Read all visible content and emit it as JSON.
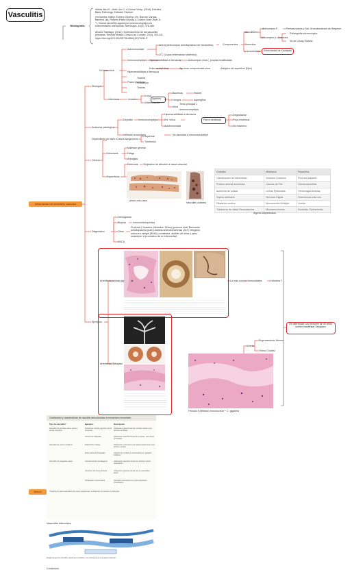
{
  "title": "Vasculitis",
  "root": "Inflamación del endotelio vascular",
  "anexo": "Anexo",
  "bibliography": {
    "label": "Bibliografía",
    "refs": [
      "Abbas Abul K., Aster Jon C. & Kumar Vinay. (2018). Robbins Basic Pathology. Editorial: Elsevier.",
      "Hernández Vallejo Romero Gimeno Vnt. Barroso Vargas, Barberá Lila, Roberto Pablo Nicolás & Cubero Juan José; A. T.; Glomerulonefritis aguda por inmunocomplejos en enfermedades infecciosas. Nefrología, 42(5), 476-486.",
      "Álvarez Santiago. (2012). Entrenamiento de las vasculitis primarias. Revista Médica Clínica Las Condes, 23(4), 403-411. https://doi.org/10.1016/S0716-8640(12)70331-0"
    ]
  },
  "nodes": {
    "etiologia": "Etiología",
    "no_infecciosa": "No infecciosa",
    "autoinmunidad": "Autoinmunidad",
    "anca": "ANCA (Anticuerpos Anticitoplasma de Neutrófilos)",
    "ltc": "LTC (Lupus eritematoso sistémico)",
    "inmunocomplejos": "Inmunocomplejos",
    "hipersens_farmacos": "Hipersensibilidad a fármacos",
    "anticuerpos_virus": "Anticuerpos virus (. propias modificadas",
    "enf_virus": "Enfermedad virus",
    "hbsag": "Ag. virus componentes virus",
    "antigeno_sup": "Antígeno de superficie (Ejec)",
    "hipersens_farmacos2": "Hipersensibilidad a fármacos",
    "fisico_quimicos": "Físico Químicos",
    "trauma": "Trauma",
    "irradiacion": "Irradiación",
    "toxinas": "Toxinas",
    "infecciosa": "Infecciosa",
    "invasion": "Invasión",
    "local": "Local",
    "diseminacion": "Diseminación",
    "agentes": "Agentes",
    "bacterias": "Bacterias",
    "hongos": "Hongos",
    "virus": "Virus",
    "rickett": "Rickett",
    "aspergillus": "Aspergillus",
    "tema_principal": "Tema principal 1",
    "inmunocomplejos2": "Inmunocomplejos",
    "componentes": "Componentes",
    "vasculitides": "Vasculitides",
    "anticoagulantes": "Anticoagulantes",
    "anticuerpos_e": "Anticuerpos E",
    "anticuerpos_p": "Anticuerpos p",
    "perivasculares": "Perivasculares y Dal: Granulomatosis de Wegener",
    "poliangeitis": "Poliangeitis microscópica",
    "lesiones": "Lesiones",
    "sindrome_churg": "Sd de Churg-Strauss",
    "monocitos": "Monocitos",
    "l_endoteliales": "L. endoteliales",
    "enf_kawasaki": "Enfermedad de Kawasaki",
    "anatomia": "Anatomía patológica",
    "depositos": "Depósito",
    "inmunocomplejos3": "Inmunocomplejos",
    "hipersens_f3": "Hipersensibilidad a fármacos",
    "enf_virica": "Enf. vírica",
    "autoinmunidad2": "Autoinmunidad",
    "pared_vaso": "Pared debilitada",
    "degradacion": "Degradación",
    "poca_evidencia": "Poca evidencia",
    "sin_trastorno": "Sin trastorno",
    "infiltrado": "Infiltrado leucocitario",
    "no_asociada": "No asociada a inmunocomplejos",
    "clinica": "Clínica",
    "dependiente": "Dependiente de daño a vasos sanguíneos",
    "isquemia": "Isquemia",
    "trombosis": "Trombosis",
    "generales": "Generales",
    "malestar": "Malestar general",
    "fatiga": "Fatiga",
    "artralgias": "Artralgias",
    "estenosis": "Estenosis",
    "sugestivo": "Sugestivo de afección a vasos vascular",
    "especificos": "Específicos",
    "lesion_caption": "Lesión roto-clara",
    "vasculitis_cutanea": "Vasculitis cutánea",
    "signos_caption": "Signos sospechosos",
    "diagnostico": "Diagnóstico",
    "hemograma": "Hemograma",
    "biopsia": "Biopsia",
    "inmunohisto": "Inmunohistoquímica",
    "otros": "Otros",
    "otros_text": "Proteína C reactiva. Albúmina. Sérica (proteína total, Buscando anticitoplasma (AAC) Alanina aminotransferasa (ALT) nitrógeno ureico en sangre (BUN) y creatinina. análisis de orina y para establecer el pronóstico de la enfermedad.",
    "anca2": "ANCA",
    "ejemplos": "Ejemplos",
    "arteritis_gigantes": "Arteritis de células gigantes",
    "la_mas_comun": "La más común",
    "inmunidades": "Inmunidades",
    "linfocitos_t": "Linfocitos T",
    "arteritis_takayasu": "Arteritis de Takayasu",
    "con_pulso": "Sin pulso",
    "arteria": "Arteria",
    "engrosamiento": "Engrosamiento fibroso",
    "tronco_carotid": "Tronco Cicatriz",
    "fibrosis_caption": "Fibrosis e infiltrado mononuclear + C. gigantes",
    "diferencial": "Dx diferencial Los menores de 40 años suelen manifestar Takayasu"
  },
  "signs_table": {
    "headers": [
      "Grandes",
      "Medianos",
      "Pequeños"
    ],
    "rows": [
      [
        "Claudicación de extremidad",
        "Nódulos Cutáneos",
        "Púrpura palpable"
      ],
      [
        "Presión arterial asimétrica",
        "Úlceras de Piel",
        "Glomerulonefritis"
      ],
      [
        "Ausencia de pulsos",
        "Livedo Reticularis",
        "Hemorragia Alveolar"
      ],
      [
        "Soplos arteriales",
        "Necrosis Digital",
        "Granulomas culá neo"
      ],
      [
        "Dilatación aórtica",
        "Mononeuritis Múltiple",
        "Uveítis"
      ],
      [
        "Trastornos de visión Renovascular",
        "Microaneurismas",
        "Escleritis / Epiescleritis"
      ]
    ]
  },
  "anexo_panel": {
    "table_title": "Clasificación y características de vasculitis seleccionadas de mecanismo inmunitario",
    "col_headers": [
      "Tipo de vasculitis*",
      "Ejemplos",
      "Descripción"
    ],
    "rows": [
      [
        "Vasculitis de grandes vasos (aorta y ramas mayores)",
        "Arteritis de células gigantes (de la temporal)",
        "Inflamación granulomatosa; también afecta a las arterias carótidas."
      ],
      [
        "",
        "Arteritis de Takayasu",
        "Inflamación granulomatosa de la aorta y sus ramas principales."
      ],
      [
        "Vasculitis de vasos medianos",
        "Poliarteritis nodosa",
        "Inflamación necrosante que afecta típicamente a las arterias renales."
      ],
      [
        "",
        "Enfermedad de Kawasaki",
        "Arteritis con síndrome mucocutáneo en ganglios linfáticos."
      ],
      [
        "Vasculitis de pequeños vasos",
        "Granulomatosis de Wegener",
        "Inflamación granulomatosa que afecta al tracto respiratorio."
      ],
      [
        "",
        "Síndrome de Churg-Strauss",
        "Inflamación granulomatosa rica en eosinófilos; asma."
      ],
      [
        "",
        "Poliangeítis microscópica",
        "Vasculitis necrosante con pocos depósitos inmunitarios."
      ]
    ],
    "footnote": "*Arteritis por tipos específicos de vasos sanguíneos; la distinción no siempre es absoluta.",
    "diagram_title": "Vasculitis infecciosa",
    "diagram_caption": "Esquema general del daño vascular inmunitario y su consecuencia en la pared vascular.",
    "conclusion": "Conclusión"
  },
  "colors": {
    "branch_line": "#e6544a",
    "accent_box": "#e02020",
    "root_fill": "#f39a3a",
    "gray_line": "#555555"
  }
}
